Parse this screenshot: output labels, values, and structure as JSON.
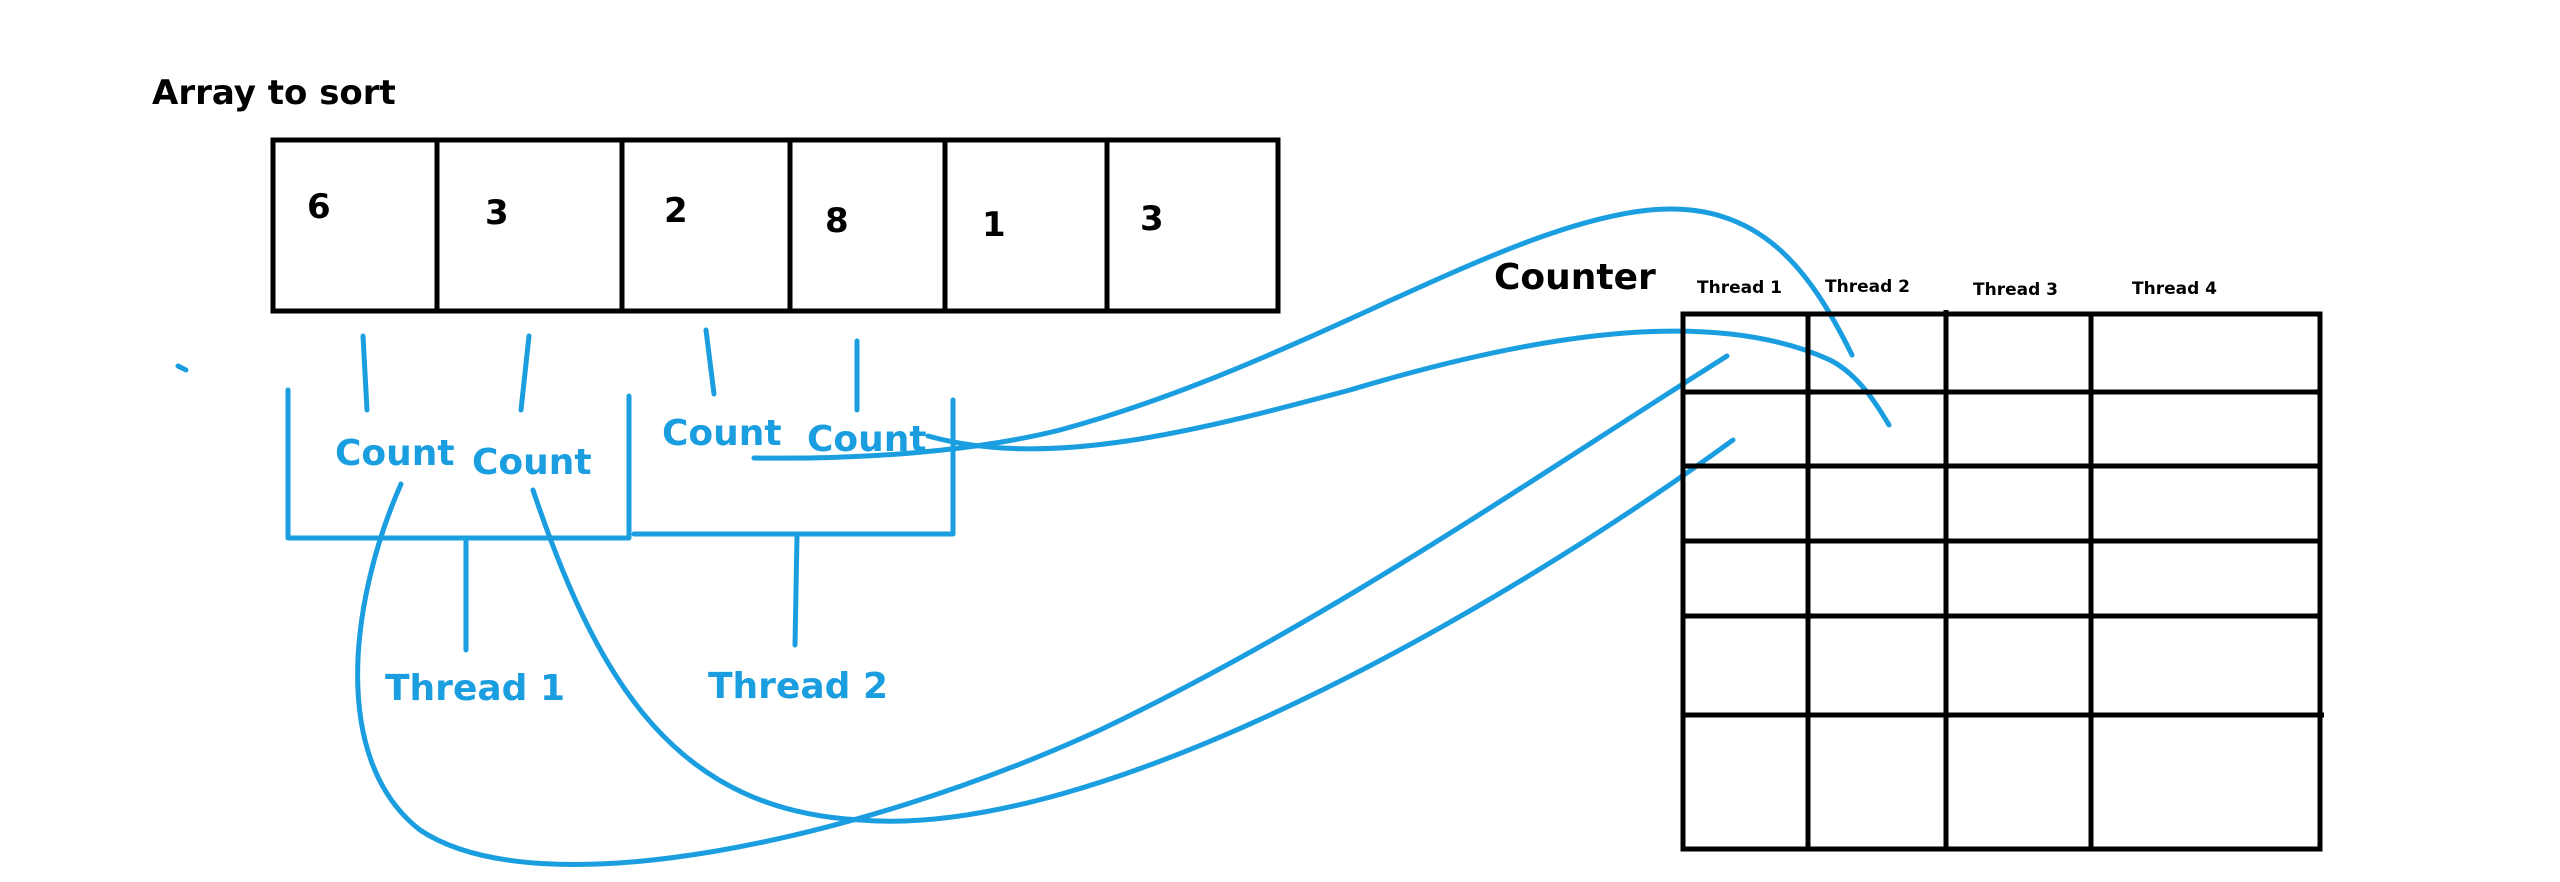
{
  "array": {
    "title": "Array to sort",
    "values": [
      "6",
      "3",
      "2",
      "8",
      "1",
      "3"
    ]
  },
  "annotations": {
    "count_labels": [
      "Count",
      "Count",
      "Count",
      "Count"
    ],
    "thread_labels": [
      "Thread 1",
      "Thread 2"
    ]
  },
  "counter": {
    "title": "Counter",
    "columns": [
      "Thread 1",
      "Thread 2",
      "Thread 3",
      "Thread 4"
    ],
    "rows": 6
  },
  "colors": {
    "ink": "#1a9ee0",
    "lines": "#000000",
    "background": "#ffffff"
  }
}
